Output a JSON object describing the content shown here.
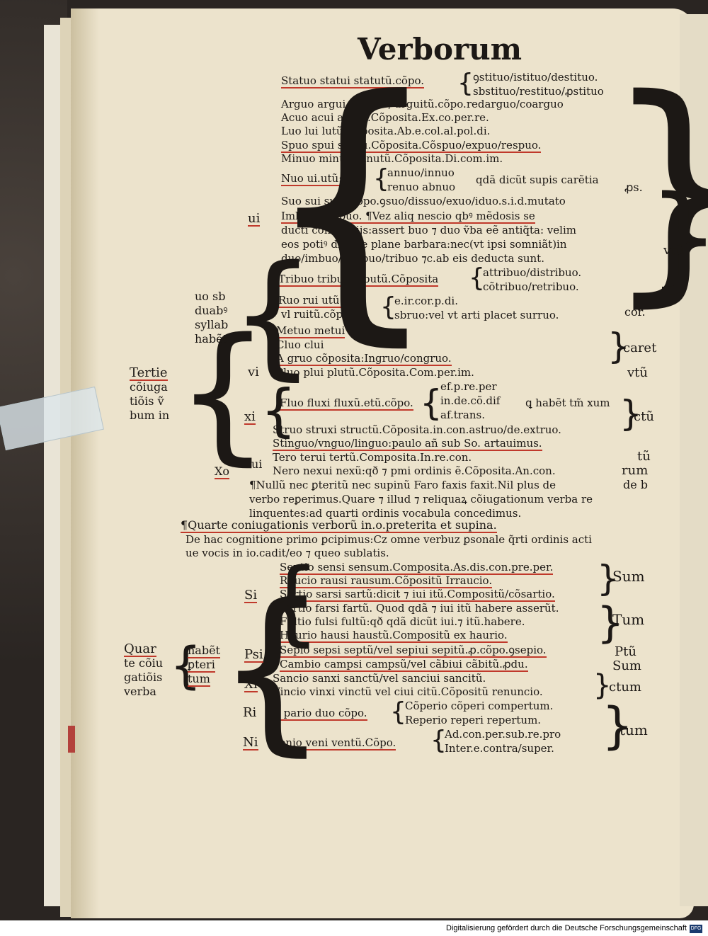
{
  "page": {
    "header": "Verborum",
    "lines": [
      "Statuo statui statutũ.cõpo.",
      "Arguo argui utũ.dz ⁊ arguitũ.cõpo.redarguo/coarguo",
      "Acuo acui acutũ.Cõposita.Ex.co.per.re.",
      "Luo lui lutũ.Cõposita.Ab.e.col.al.pol.di.",
      "Spuo spui sputũ.Cõposita.Cõspuo/expuo/respuo.",
      "Minuo minui minutũ.Cõposita.Di.com.im.",
      "Nuo ui.utũ:cũ",
      "qdã dicũt supis carẽtia",
      "Suo sui sutũ.cõpo.ꝯsuo/dissuo/exuo/iduo.s.i.d.mutato",
      "Imbuo/delibuo. ¶Vez aliq nescio qbꝰ mẽdosis se",
      "ducti cõmẽtarijs:assert buo ⁊ duo ṽba eẽ antiq̃ta: velim",
      "eos potiꝰ dixisse plane barbara:nec(vt ipsi somniãt)in",
      "duo/imbuo/delibuo/tribuo ⁊c.ab eis deducta sunt.",
      "Tribuo tribui tributũ.Cõposita",
      "Ruo rui utũ.cor.",
      "vl ruitũ.cõp.",
      "Metuo metui",
      "Cluo clui",
      "A gruo cõposita:Ingruo/congruo.",
      "Pluo plui plutũ.Cõposita.Com.per.im.",
      "Fluo fluxi fluxũ.etũ.cõpo.",
      "Struo struxi structũ.Cõposita.in.con.astruo/de.extruo.",
      "Stinguo/vnguo/linguo:paulo añ sub So. artauimus.",
      "Tero terui tertũ.Composita.In.re.con.",
      "Nero nexui nexũ:qð ⁊ pmi ordinis ẽ.Cõposita.An.con.",
      "¶Nullũ nec ꝑteritũ nec supinũ Faro faxis faxit.Nil plus de",
      "verbo reꝑerimus.Quare ⁊ illud ⁊ reliquaꝝ cõiugationum verba re",
      "linquentes:ad quarti ordinis vocabula concedimus.",
      "¶Quarte coniugationis verborũ in.o.preterita et supina.",
      "De hac cognitione primo ꝑcipimus:Cz omne verbuz ꝑsonale q̃rti ordinis acti",
      "ue vocis in io.cadit/eo ⁊ queo sublatis.",
      "Sentio sensi sensum.Composita.As.dis.con.pre.per.",
      "Raucio rausi rausum.Cõpositũ Irraucio.",
      "Sartio sarsi sartũ:dicit ⁊ iui itũ.Compositũ/cõsartio.",
      "Fartio farsi fartũ. Quod qdã ⁊ iui itũ habere asserũt.",
      "Fultio fulsi fultũ:qð qdã dicũt iui.⁊ itũ.habere.",
      "Haurio hausi haustũ.Compositũ ex haurio.",
      "Sepio sepsi septũ/vel sepiui sepitũ.ꝓ.cõpo.ꝯsepio.",
      "Cambio campsi campsũ/vel cãbiui cãbitũ.ꝓdu.",
      "Sancio sanxi sanctũ/vel sanciui sancitũ.",
      "Vincio vinxi vinctũ vel ciui citũ.Cõpositũ renuncio.",
      "A pario duo cõpo.",
      "Venio veni ventũ.Cõpo."
    ],
    "sub_lists": {
      "statuo": [
        "ꝯstituo/istituo/destituo.",
        "sbstituo/restituo/ꝓstituo"
      ],
      "nuo": [
        "annuo/innuo",
        "renuo abnuo"
      ],
      "tribuo": [
        "attribuo/distribuo.",
        "cõtribuo/retribuo."
      ],
      "ruo": [
        "e.ir.cor.p.di.",
        "sbruo:vel vt arti placet surruo."
      ],
      "fluo": [
        "ef.p.re.per",
        "in.de.cõ.dif",
        "af.trans."
      ],
      "fluo_note": "ꝗ habẽt tm̃ xum",
      "pario": [
        "Cõperio cõperi compertum.",
        "Reperio reperi repertum."
      ],
      "venio": [
        "Ad.con.per.sub.re.pro",
        "Inter.e.contra/super."
      ]
    },
    "left_labels": {
      "tertie": [
        "Tertie",
        "cõiuga",
        "tiõis ṽ",
        "bum in"
      ],
      "uo_duab": [
        "uo sb",
        "duabꝰ",
        "syllab",
        "habẽt"
      ],
      "ui": "ui",
      "vi": "vi",
      "xi": "xi",
      "xo": "Xo",
      "ui2": "ui",
      "quarte": [
        "Quar",
        "te cõiu",
        "gatiõis",
        "verba"
      ],
      "habet": [
        "habẽt",
        "ꝑteri",
        "tum"
      ],
      "si": "Si",
      "psi": "Psi",
      "xi2": "Xi",
      "ri": "Ri",
      "ni": "Ni"
    },
    "right_labels": {
      "po": "ꝓs.",
      "vtu": "vtũ",
      "cor": "cor.",
      "caret": "caret",
      "vtu2": "vtũ",
      "ctu": "ctũ",
      "tu": "tũ",
      "rum": "rum",
      "de_b": "de b",
      "sum": "Sum",
      "tum": "Tum",
      "ptu": "Ptũ",
      "sum2": "Sum",
      "ctum": "ctum",
      "tum2": "tum"
    },
    "footer": "Digitalisierung gefördert durch die Deutsche Forschungsgemeinschaft"
  }
}
